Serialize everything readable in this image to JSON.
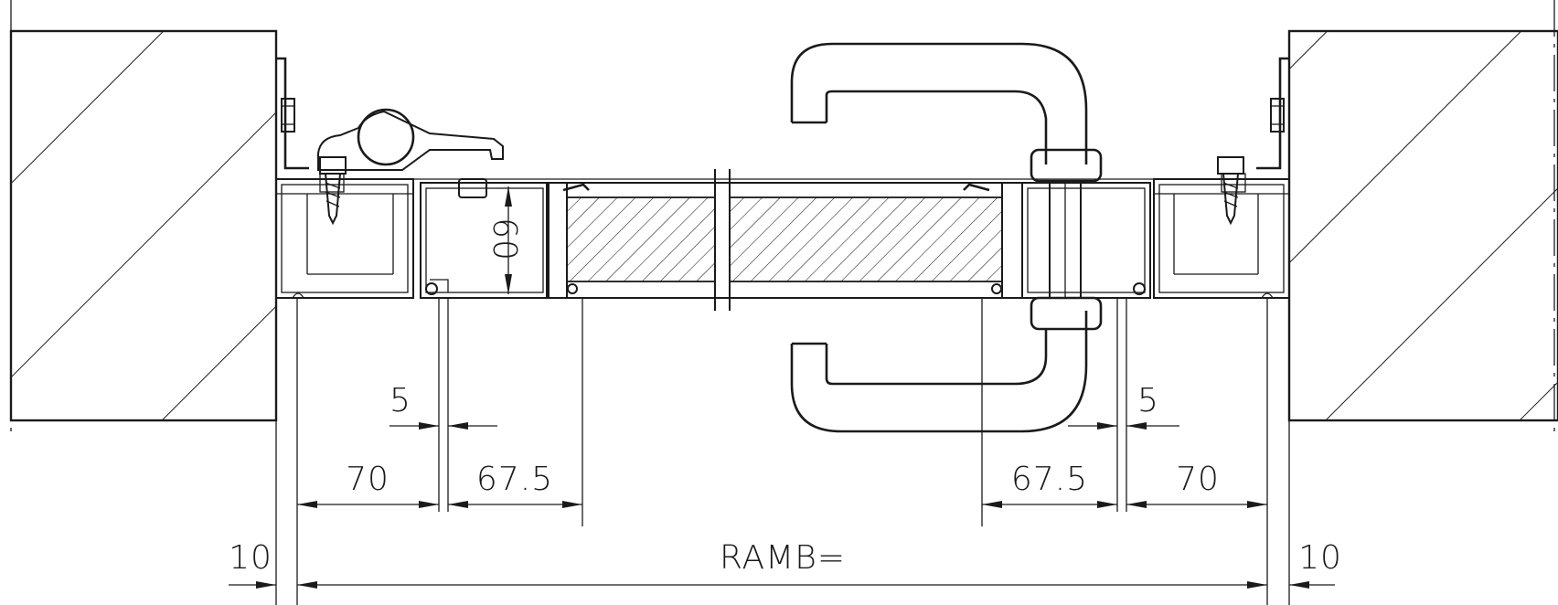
{
  "drawing": {
    "dimensions": {
      "depth": "60",
      "gap_left": "5",
      "gap_right": "5",
      "frame_left": "70",
      "leaf_left": "67.5",
      "leaf_right": "67.5",
      "frame_right": "70",
      "wall_gap_left": "10",
      "wall_gap_right": "10",
      "overall": "RAMB="
    },
    "colors": {
      "line": "#1a1a1a",
      "background": "#ffffff"
    }
  }
}
